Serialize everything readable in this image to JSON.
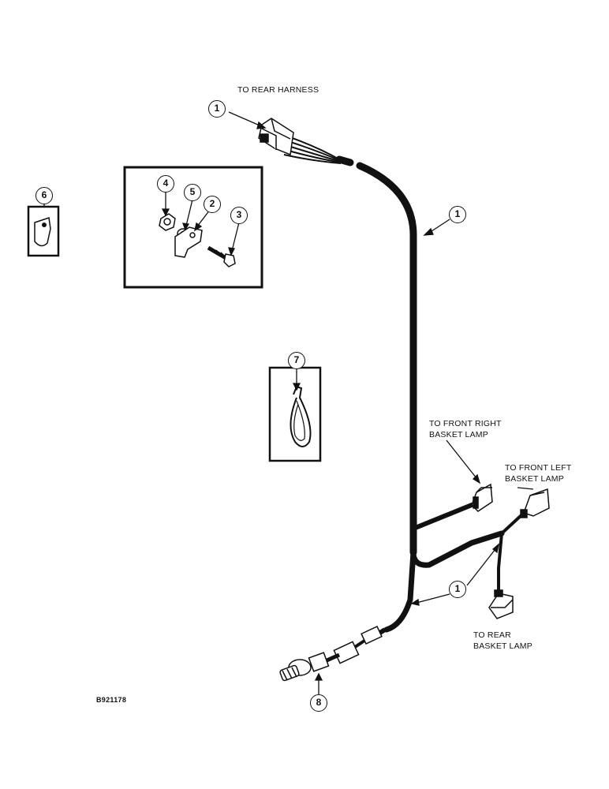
{
  "labels": {
    "to_rear_harness": "TO REAR HARNESS",
    "to_front_right_1": "TO FRONT RIGHT",
    "to_front_right_2": "BASKET LAMP",
    "to_front_left_1": "TO FRONT LEFT",
    "to_front_left_2": "BASKET LAMP",
    "to_rear_1": "TO REAR",
    "to_rear_2": "BASKET LAMP",
    "figure_id": "B921178"
  },
  "callouts": {
    "harness_top": "1",
    "harness_mid": "1",
    "harness_low": "1",
    "clamp_bracket": "2",
    "bolt": "3",
    "nut": "4",
    "washer": "5",
    "clip": "6",
    "cable_tie": "7",
    "switch": "8"
  }
}
